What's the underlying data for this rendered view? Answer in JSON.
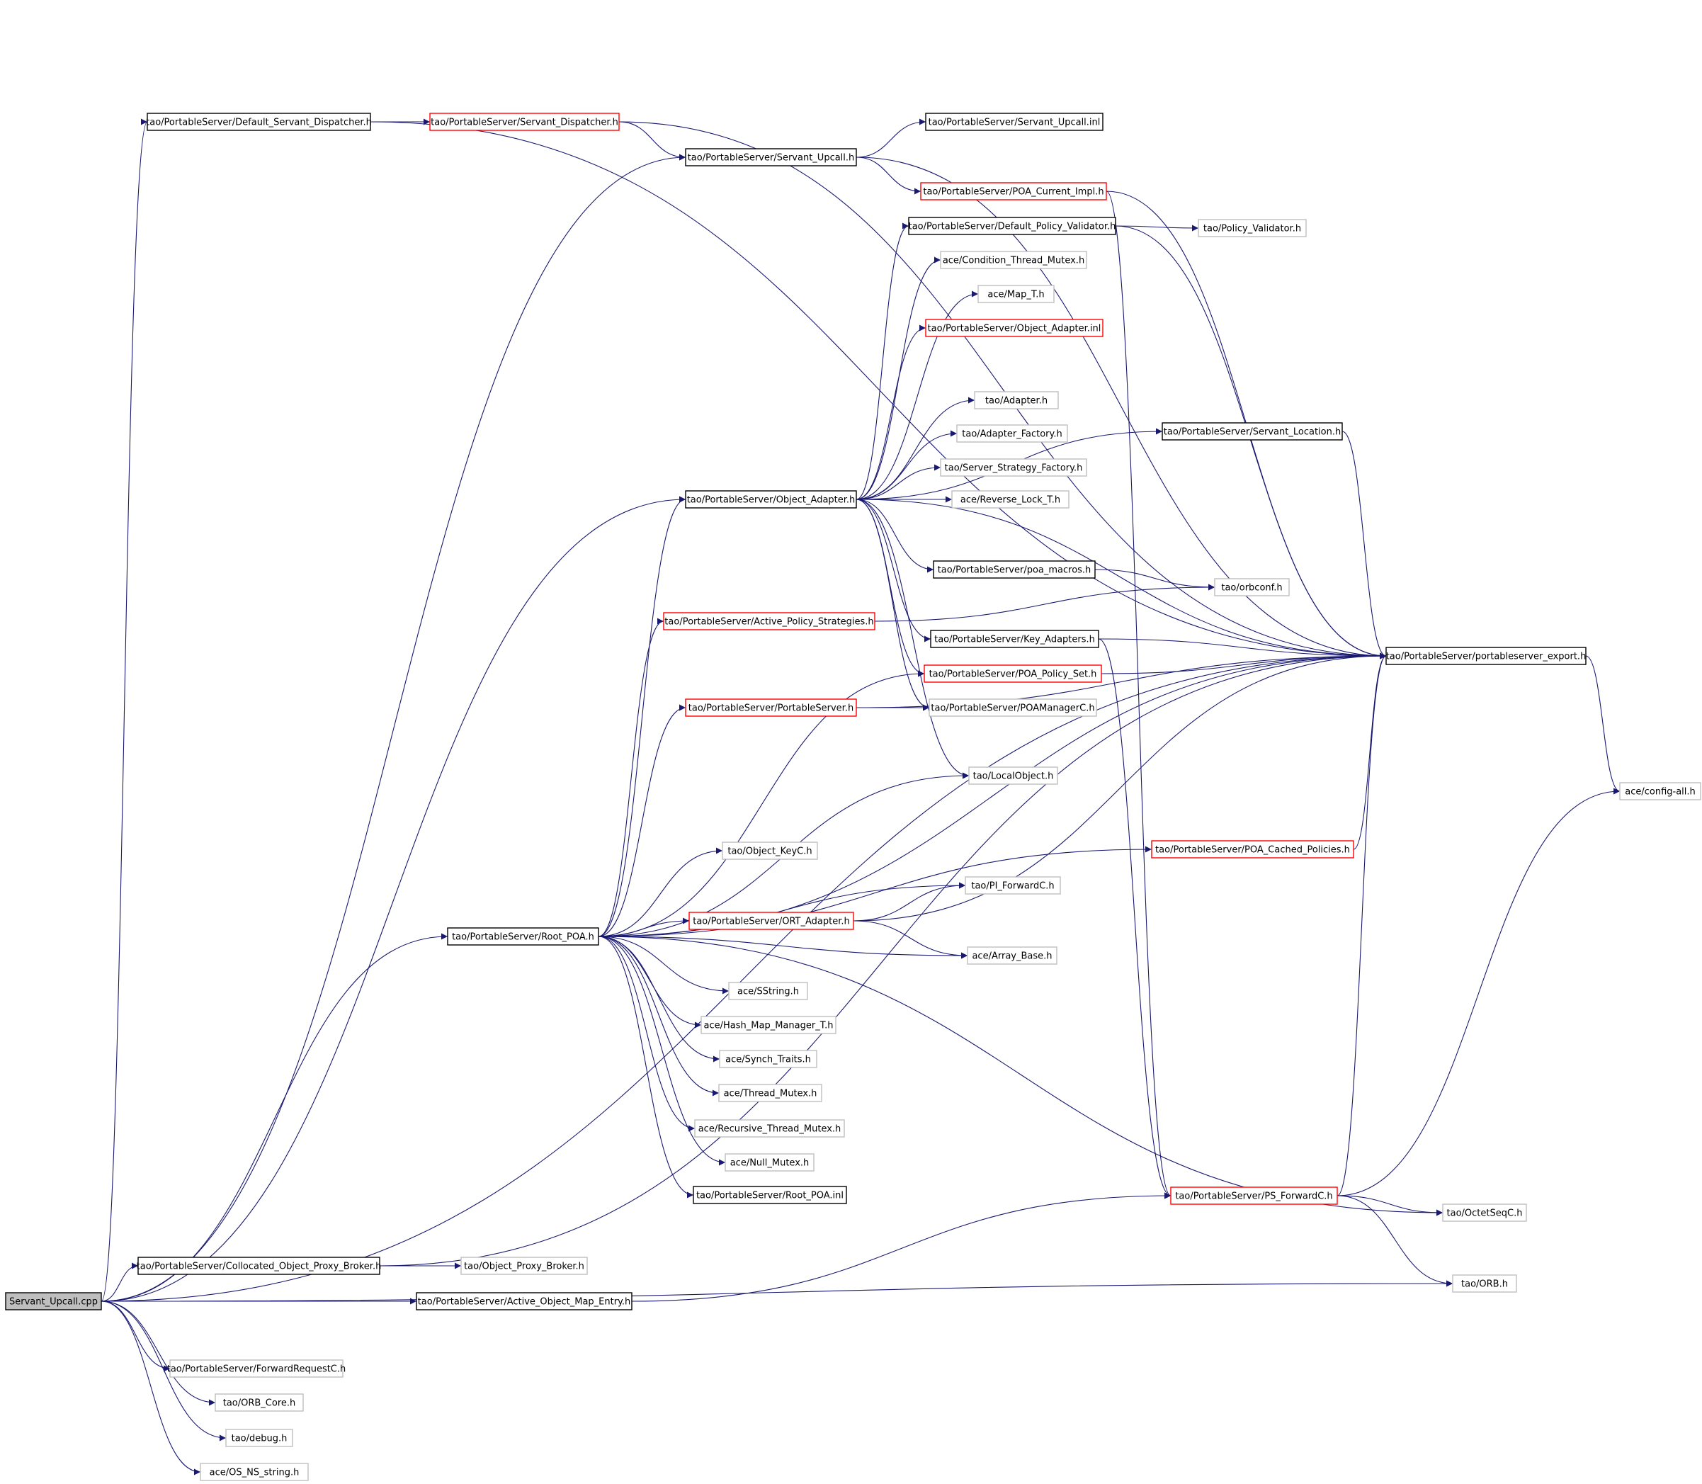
{
  "colors": {
    "edge": "#191970",
    "root_fill": "#bfbfbf",
    "documented_border": "#000000",
    "incomplete_border": "#ff0000",
    "undocumented_border": "#bfbfbf",
    "node_fill": "#ffffff",
    "text": "#000000"
  },
  "nodes": [
    {
      "id": "root",
      "label": "Servant_Upcall.cpp",
      "style": "root"
    },
    {
      "id": "dsd",
      "label": "tao/PortableServer/Default_Servant_Dispatcher.h",
      "style": "documented"
    },
    {
      "id": "sd",
      "label": "tao/PortableServer/Servant_Dispatcher.h",
      "style": "incomplete"
    },
    {
      "id": "suinl",
      "label": "tao/PortableServer/Servant_Upcall.inl",
      "style": "documented"
    },
    {
      "id": "su",
      "label": "tao/PortableServer/Servant_Upcall.h",
      "style": "documented"
    },
    {
      "id": "pci",
      "label": "tao/PortableServer/POA_Current_Impl.h",
      "style": "incomplete"
    },
    {
      "id": "dpv",
      "label": "tao/PortableServer/Default_Policy_Validator.h",
      "style": "documented"
    },
    {
      "id": "pv",
      "label": "tao/Policy_Validator.h",
      "style": "undocumented"
    },
    {
      "id": "ctm",
      "label": "ace/Condition_Thread_Mutex.h",
      "style": "undocumented"
    },
    {
      "id": "mapt",
      "label": "ace/Map_T.h",
      "style": "undocumented"
    },
    {
      "id": "oainl",
      "label": "tao/PortableServer/Object_Adapter.inl",
      "style": "incomplete"
    },
    {
      "id": "adapter",
      "label": "tao/Adapter.h",
      "style": "undocumented"
    },
    {
      "id": "sloc",
      "label": "tao/PortableServer/Servant_Location.h",
      "style": "documented"
    },
    {
      "id": "adfac",
      "label": "tao/Adapter_Factory.h",
      "style": "undocumented"
    },
    {
      "id": "ssf",
      "label": "tao/Server_Strategy_Factory.h",
      "style": "undocumented"
    },
    {
      "id": "oa",
      "label": "tao/PortableServer/Object_Adapter.h",
      "style": "documented"
    },
    {
      "id": "rlt",
      "label": "ace/Reverse_Lock_T.h",
      "style": "undocumented"
    },
    {
      "id": "poam",
      "label": "tao/PortableServer/poa_macros.h",
      "style": "documented"
    },
    {
      "id": "orbconf",
      "label": "tao/orbconf.h",
      "style": "undocumented"
    },
    {
      "id": "aps",
      "label": "tao/PortableServer/Active_Policy_Strategies.h",
      "style": "incomplete"
    },
    {
      "id": "ka",
      "label": "tao/PortableServer/Key_Adapters.h",
      "style": "documented"
    },
    {
      "id": "pse",
      "label": "tao/PortableServer/portableserver_export.h",
      "style": "documented"
    },
    {
      "id": "pps",
      "label": "tao/PortableServer/POA_Policy_Set.h",
      "style": "incomplete"
    },
    {
      "id": "ps",
      "label": "tao/PortableServer/PortableServer.h",
      "style": "incomplete"
    },
    {
      "id": "poamc",
      "label": "tao/PortableServer/POAManagerC.h",
      "style": "undocumented"
    },
    {
      "id": "lo",
      "label": "tao/LocalObject.h",
      "style": "undocumented"
    },
    {
      "id": "cfg",
      "label": "ace/config-all.h",
      "style": "undocumented"
    },
    {
      "id": "pcp",
      "label": "tao/PortableServer/POA_Cached_Policies.h",
      "style": "incomplete"
    },
    {
      "id": "okc",
      "label": "tao/Object_KeyC.h",
      "style": "undocumented"
    },
    {
      "id": "pifc",
      "label": "tao/PI_ForwardC.h",
      "style": "undocumented"
    },
    {
      "id": "orta",
      "label": "tao/PortableServer/ORT_Adapter.h",
      "style": "incomplete"
    },
    {
      "id": "rpoa",
      "label": "tao/PortableServer/Root_POA.h",
      "style": "documented"
    },
    {
      "id": "arrb",
      "label": "ace/Array_Base.h",
      "style": "undocumented"
    },
    {
      "id": "sstr",
      "label": "ace/SString.h",
      "style": "undocumented"
    },
    {
      "id": "hmm",
      "label": "ace/Hash_Map_Manager_T.h",
      "style": "undocumented"
    },
    {
      "id": "syn",
      "label": "ace/Synch_Traits.h",
      "style": "undocumented"
    },
    {
      "id": "thm",
      "label": "ace/Thread_Mutex.h",
      "style": "undocumented"
    },
    {
      "id": "rtm",
      "label": "ace/Recursive_Thread_Mutex.h",
      "style": "undocumented"
    },
    {
      "id": "nm",
      "label": "ace/Null_Mutex.h",
      "style": "undocumented"
    },
    {
      "id": "rpinl",
      "label": "tao/PortableServer/Root_POA.inl",
      "style": "documented"
    },
    {
      "id": "psfc",
      "label": "tao/PortableServer/PS_ForwardC.h",
      "style": "incomplete"
    },
    {
      "id": "osc",
      "label": "tao/OctetSeqC.h",
      "style": "undocumented"
    },
    {
      "id": "copb",
      "label": "tao/PortableServer/Collocated_Object_Proxy_Broker.h",
      "style": "documented"
    },
    {
      "id": "opb",
      "label": "tao/Object_Proxy_Broker.h",
      "style": "undocumented"
    },
    {
      "id": "orb",
      "label": "tao/ORB.h",
      "style": "undocumented"
    },
    {
      "id": "aome",
      "label": "tao/PortableServer/Active_Object_Map_Entry.h",
      "style": "documented"
    },
    {
      "id": "frc",
      "label": "tao/PortableServer/ForwardRequestC.h",
      "style": "undocumented"
    },
    {
      "id": "orbcore",
      "label": "tao/ORB_Core.h",
      "style": "undocumented"
    },
    {
      "id": "debug",
      "label": "tao/debug.h",
      "style": "undocumented"
    },
    {
      "id": "osns",
      "label": "ace/OS_NS_string.h",
      "style": "undocumented"
    }
  ],
  "edges": [
    [
      "root",
      "dsd"
    ],
    [
      "root",
      "su"
    ],
    [
      "root",
      "oa"
    ],
    [
      "root",
      "rpoa"
    ],
    [
      "root",
      "copb"
    ],
    [
      "root",
      "aome"
    ],
    [
      "root",
      "orb"
    ],
    [
      "root",
      "frc"
    ],
    [
      "root",
      "orbcore"
    ],
    [
      "root",
      "debug"
    ],
    [
      "root",
      "osns"
    ],
    [
      "root",
      "pse"
    ],
    [
      "dsd",
      "sd"
    ],
    [
      "dsd",
      "pse"
    ],
    [
      "sd",
      "su"
    ],
    [
      "sd",
      "pse"
    ],
    [
      "su",
      "suinl"
    ],
    [
      "su",
      "pci"
    ],
    [
      "su",
      "pse"
    ],
    [
      "pci",
      "pse"
    ],
    [
      "pci",
      "psfc"
    ],
    [
      "dpv",
      "pv"
    ],
    [
      "dpv",
      "pse"
    ],
    [
      "oa",
      "dpv"
    ],
    [
      "oa",
      "ctm"
    ],
    [
      "oa",
      "mapt"
    ],
    [
      "oa",
      "oainl"
    ],
    [
      "oa",
      "sloc"
    ],
    [
      "oa",
      "adapter"
    ],
    [
      "oa",
      "adfac"
    ],
    [
      "oa",
      "ssf"
    ],
    [
      "oa",
      "rlt"
    ],
    [
      "oa",
      "poam"
    ],
    [
      "oa",
      "ka"
    ],
    [
      "oa",
      "pps"
    ],
    [
      "oa",
      "poamc"
    ],
    [
      "oa",
      "lo"
    ],
    [
      "oa",
      "pse"
    ],
    [
      "sloc",
      "pse"
    ],
    [
      "poam",
      "orbconf"
    ],
    [
      "aps",
      "orbconf"
    ],
    [
      "ka",
      "pse"
    ],
    [
      "ka",
      "psfc"
    ],
    [
      "pps",
      "pse"
    ],
    [
      "ps",
      "poamc"
    ],
    [
      "ps",
      "pse"
    ],
    [
      "pcp",
      "pse"
    ],
    [
      "orta",
      "pifc"
    ],
    [
      "orta",
      "arrb"
    ],
    [
      "orta",
      "pse"
    ],
    [
      "rpoa",
      "oa"
    ],
    [
      "rpoa",
      "aps"
    ],
    [
      "rpoa",
      "pps"
    ],
    [
      "rpoa",
      "ps"
    ],
    [
      "rpoa",
      "lo"
    ],
    [
      "rpoa",
      "pse"
    ],
    [
      "rpoa",
      "pcp"
    ],
    [
      "rpoa",
      "okc"
    ],
    [
      "rpoa",
      "pifc"
    ],
    [
      "rpoa",
      "orta"
    ],
    [
      "rpoa",
      "arrb"
    ],
    [
      "rpoa",
      "sstr"
    ],
    [
      "rpoa",
      "hmm"
    ],
    [
      "rpoa",
      "syn"
    ],
    [
      "rpoa",
      "thm"
    ],
    [
      "rpoa",
      "rtm"
    ],
    [
      "rpoa",
      "nm"
    ],
    [
      "rpoa",
      "rpinl"
    ],
    [
      "rpoa",
      "osc"
    ],
    [
      "pse",
      "cfg"
    ],
    [
      "psfc",
      "cfg"
    ],
    [
      "psfc",
      "osc"
    ],
    [
      "psfc",
      "orb"
    ],
    [
      "psfc",
      "pse"
    ],
    [
      "copb",
      "opb"
    ],
    [
      "copb",
      "pse"
    ],
    [
      "aome",
      "psfc"
    ]
  ]
}
